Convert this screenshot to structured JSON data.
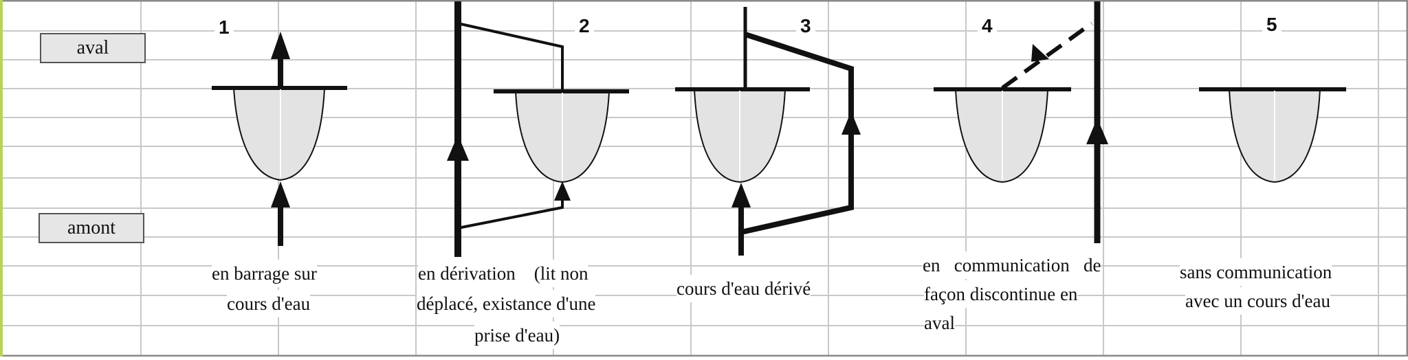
{
  "side_labels": {
    "aval": "aval",
    "amont": "amont"
  },
  "cases": [
    {
      "number": "1",
      "lines": [
        "en barrage sur",
        "cours d'eau"
      ]
    },
    {
      "number": "2",
      "lines": [
        "en dérivation    (lit non",
        "déplacé, existance d'une",
        "prise d'eau)"
      ]
    },
    {
      "number": "3",
      "lines": [
        "cours d'eau dérivé"
      ]
    },
    {
      "number": "4",
      "lines": [
        "en   communication   de",
        "façon discontinue en",
        "aval"
      ]
    },
    {
      "number": "5",
      "lines": [
        "sans communication",
        "avec un cours d'eau"
      ]
    }
  ],
  "colors": {
    "grid": "#c8c8c8",
    "frame": "#8a8a8a",
    "accent_left": "#b8d35a",
    "basin_fill": "#e3e3e3",
    "stroke": "#111111"
  }
}
